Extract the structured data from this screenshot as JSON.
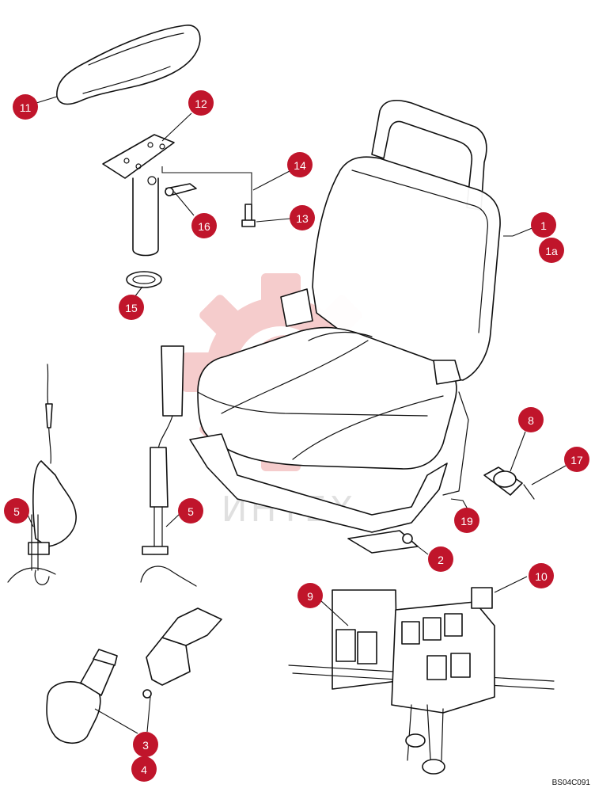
{
  "document_code": "BS04C091",
  "watermark_text": "ИНТЕХ",
  "colors": {
    "callout": "#c0152b",
    "watermark": "#f4c7c7",
    "line": "#111111"
  },
  "callouts": [
    "1",
    "1a",
    "2",
    "3",
    "4",
    "5",
    "5",
    "8",
    "9",
    "10",
    "11",
    "12",
    "13",
    "14",
    "15",
    "16",
    "17",
    "19"
  ]
}
